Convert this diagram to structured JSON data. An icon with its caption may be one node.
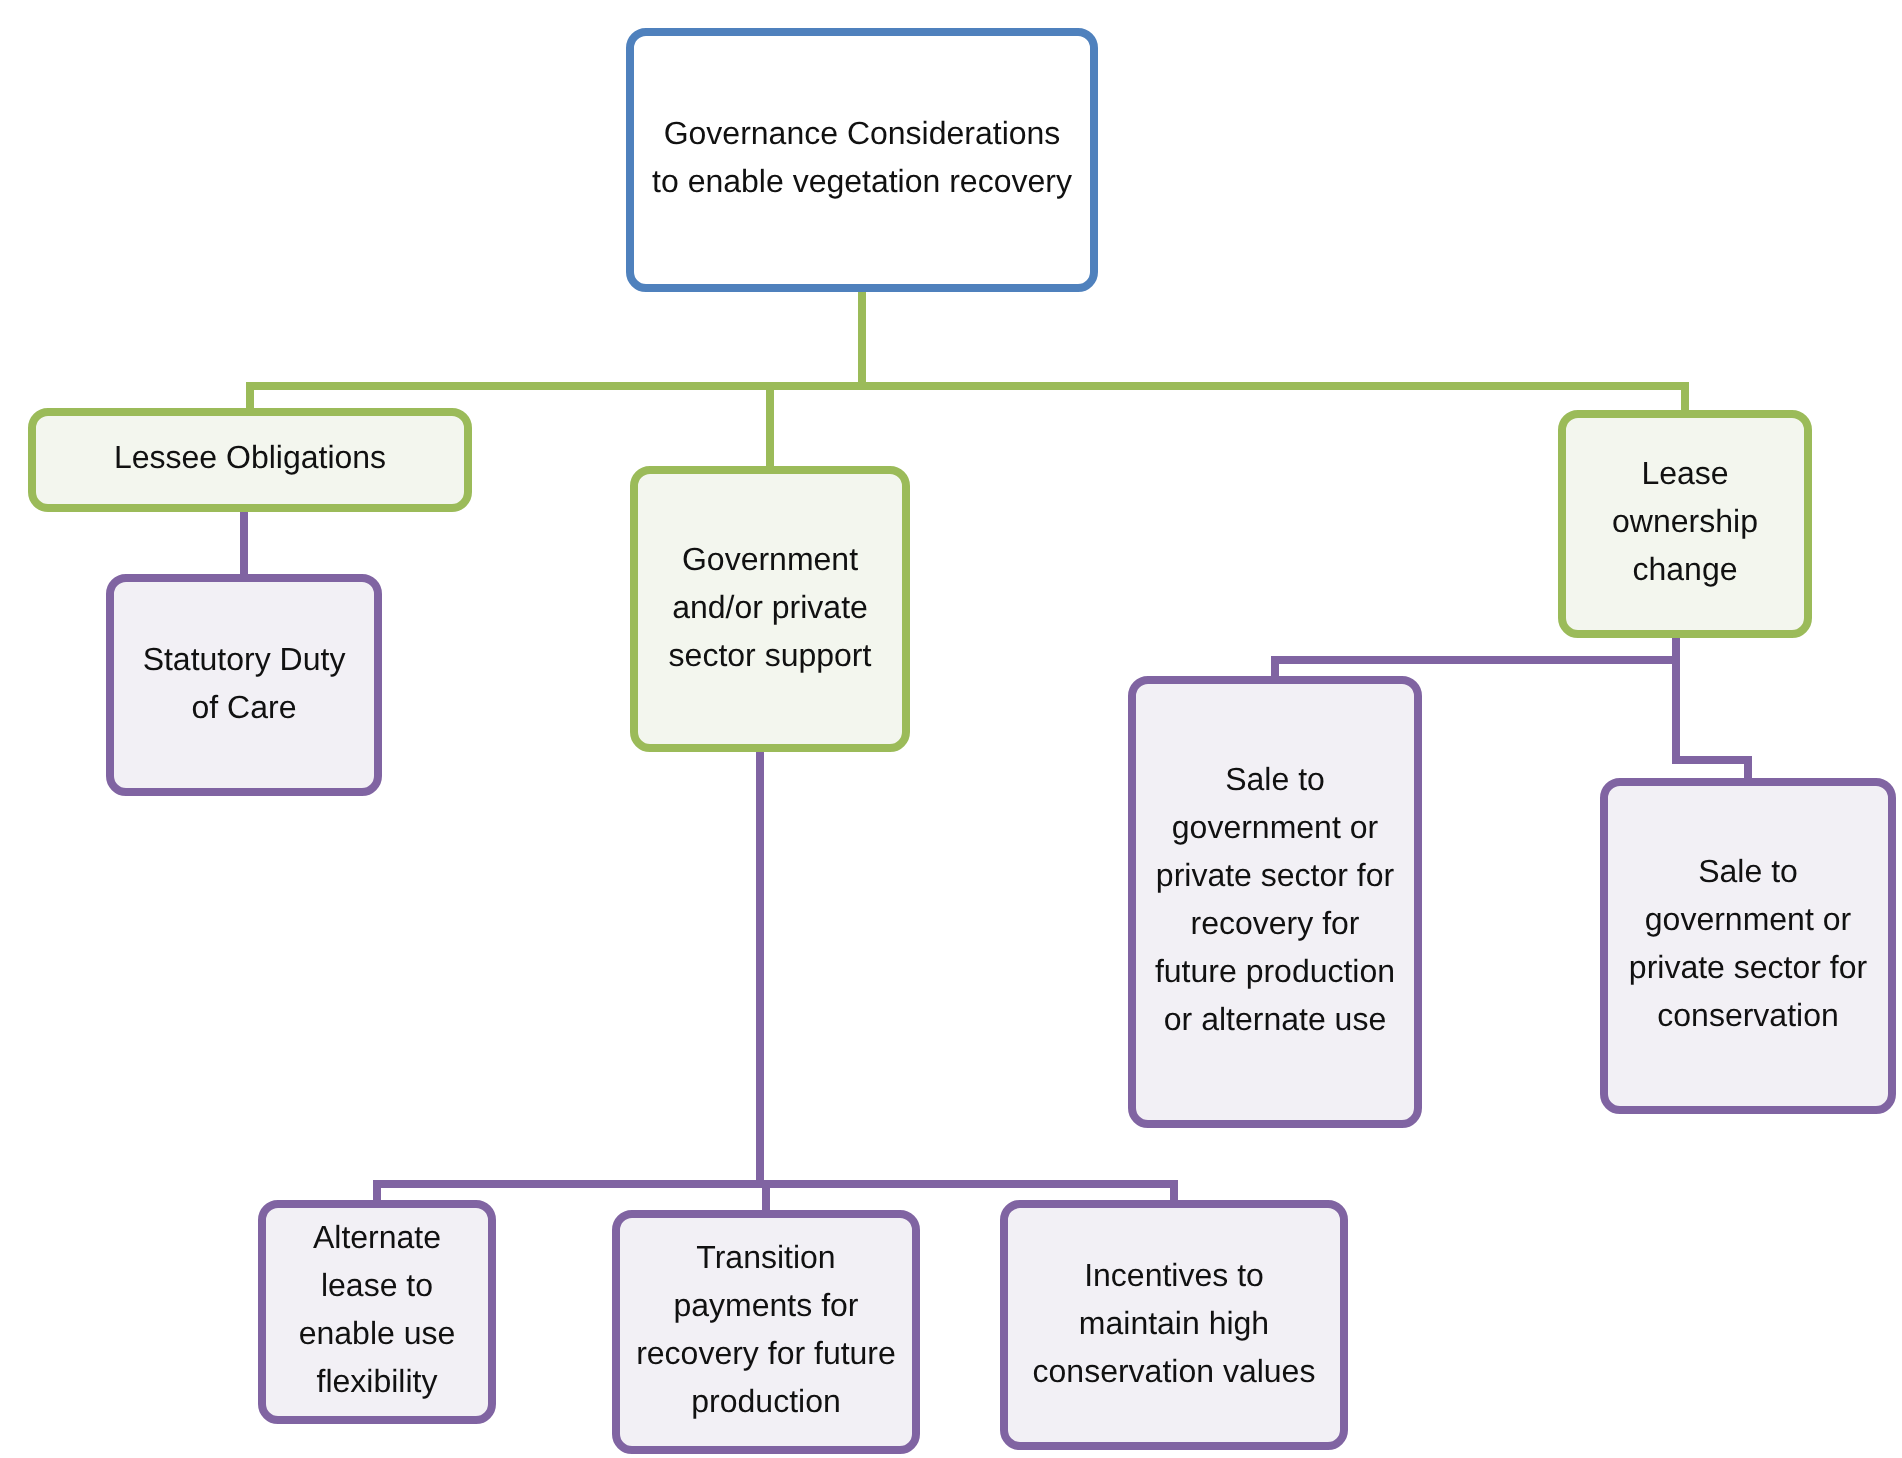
{
  "diagram": {
    "nodes": [
      {
        "text": [
          "Governance Considerations to enable vegetation recovery"
        ]
      },
      {
        "text": [
          "Lessee Obligations"
        ]
      },
      {
        "text": [
          "Government and/or private sector support"
        ]
      },
      {
        "text": [
          "Lease ownership change"
        ]
      },
      {
        "text": [
          "Statutory Duty of Care"
        ]
      },
      {
        "text": [
          "Sale to government or private sector for recovery for future production or alternate use"
        ]
      },
      {
        "text": [
          "Sale to government or private sector for conservation"
        ]
      },
      {
        "text": [
          "Alternate lease to enable use flexibility"
        ]
      },
      {
        "text": [
          "Transition payments for recovery for future production"
        ]
      },
      {
        "text": [
          "Incentives to maintain high conservation values"
        ]
      }
    ],
    "edges": [
      {
        "from": 0,
        "to": 1,
        "arrow": "none",
        "color": "#9bbb59"
      },
      {
        "from": 0,
        "to": 2,
        "arrow": "none",
        "color": "#9bbb59"
      },
      {
        "from": 0,
        "to": 3,
        "arrow": "none",
        "color": "#9bbb59"
      },
      {
        "from": 1,
        "to": 4,
        "arrow": "none"
      },
      {
        "from": 3,
        "to": 5,
        "arrow": "none"
      },
      {
        "from": 3,
        "to": 6,
        "arrow": "none"
      },
      {
        "from": 2,
        "to": 7,
        "arrow": "none"
      },
      {
        "from": 2,
        "to": 8,
        "arrow": "none"
      },
      {
        "from": 2,
        "to": 9,
        "arrow": "none"
      }
    ]
  }
}
